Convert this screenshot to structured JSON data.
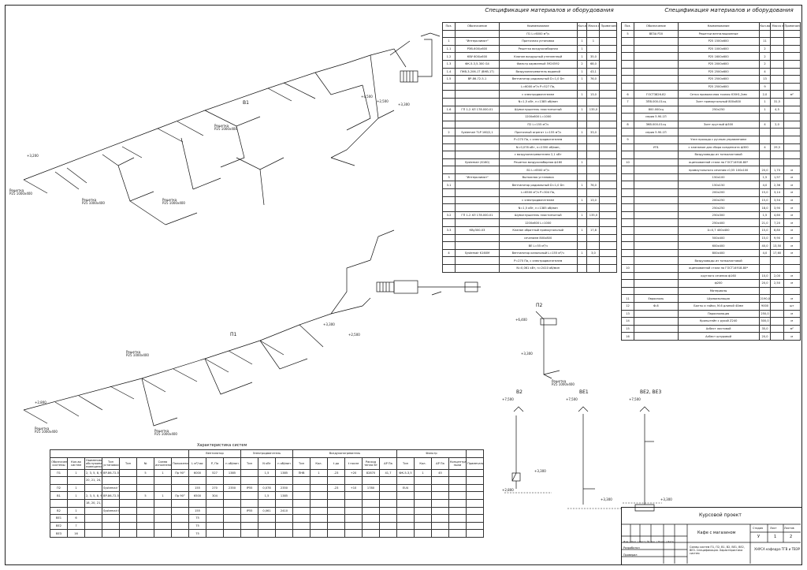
{
  "spec_title": "Спецификация материалов и оборудования",
  "spec_headers": [
    "Поз.",
    "Обозначение",
    "Наименование",
    "Кол-во",
    "Масса ед. кг.",
    "Примечание"
  ],
  "spec_left": [
    [
      "",
      "",
      "П1 L=6000 м³/ч",
      "",
      "",
      ""
    ],
    [
      "1",
      "\"Интерклимат\"",
      "Приточная установка",
      "1",
      "1",
      ""
    ],
    [
      "1.1",
      "РЭВ-600\\х600",
      "Решетка воздухозаборная",
      "1",
      "",
      ""
    ],
    [
      "1.2",
      "КВУ 600\\х600",
      "Клапан воздушный утепленный",
      "1",
      "35,0",
      ""
    ],
    [
      "1.3",
      "ФК-5-3,5-300 G4",
      "Фильтр карманный 592Х592",
      "2",
      "68,0",
      ""
    ],
    [
      "1.4",
      "ПНВ-3-206-1Т (ВНВ-1Т)",
      "Воздухонагреватель водяной",
      "1",
      "43,1",
      ""
    ],
    [
      "1.5",
      "ВР-86-72-5-1",
      "Вентилятор радиальный D=1,0 Dн",
      "1",
      "76,0",
      ""
    ],
    [
      "",
      "",
      "L=6000 м³/ч P=527 Па,",
      "",
      "",
      ""
    ],
    [
      "",
      "",
      "с электродвигателем",
      "1",
      "13,0",
      ""
    ],
    [
      "",
      "",
      "N=1,5 кВт, n=1385 об/мин",
      "",
      "",
      ""
    ],
    [
      "1.6",
      "ГП 1-2 ХЛ 178.000-01",
      "Шумоглушитель пластинчатый",
      "1",
      "135,0",
      ""
    ],
    [
      "",
      "",
      "1200х600 L=1000",
      "",
      "",
      ""
    ],
    [
      "",
      "",
      "П2 L=155 м³/ч",
      "",
      "",
      ""
    ],
    [
      "2",
      "Systemair TLP 160/2,1",
      "Приточный агрегат L=155 м³/ч",
      "1",
      "33,0",
      ""
    ],
    [
      "",
      "",
      "P=270 Па, с электродвигателем",
      "",
      "",
      ""
    ],
    [
      "",
      "",
      "N=0,078 кВт, n=2350 об/мин,",
      "",
      "",
      ""
    ],
    [
      "",
      "",
      "с воздухонагревателем 2,1 кВт",
      "",
      "",
      ""
    ],
    [
      "",
      "Systemair (K160)",
      "Решетка воздухозаборная ф160",
      "1",
      "",
      ""
    ],
    [
      "",
      "",
      "В1 L=6500 м³/ч",
      "",
      "",
      ""
    ],
    [
      "3",
      "\"Интерклимат\"",
      "Вытяжная установка",
      "",
      "",
      ""
    ],
    [
      "3.1",
      "",
      "Вентилятор радиальный D=1,0 Dн",
      "1",
      "76,0",
      ""
    ],
    [
      "",
      "",
      "L=6500 м³/ч P=304 Па,",
      "",
      "",
      ""
    ],
    [
      "",
      "",
      "с электродвигателем",
      "1",
      "13,0",
      ""
    ],
    [
      "",
      "",
      "N=1,5 кВт, n=1385 об/мин",
      "",
      "",
      ""
    ],
    [
      "3.2",
      "ГП 1-2 ХЛ 178.000-01",
      "Шумоглушитель пластинчатый",
      "1",
      "135,0",
      ""
    ],
    [
      "",
      "",
      "1200х600 L=1000",
      "",
      "",
      ""
    ],
    [
      "3.3",
      "КВу300-03",
      "Клапан обратный прямоугольный",
      "1",
      "17,8",
      ""
    ],
    [
      "",
      "",
      "сечением 800х800",
      "",
      "",
      ""
    ],
    [
      "",
      "",
      "ВЕ L=55 м³/ч",
      "",
      "",
      ""
    ],
    [
      "4",
      "Systemair K160M",
      "Вентилятор канальный L=155 м³/ч",
      "1",
      "3,0",
      ""
    ],
    [
      "",
      "",
      "P=270 Па, с электродвигателем",
      "",
      "",
      ""
    ],
    [
      "",
      "",
      "N=0,061 кВт, n=2410 об/мин",
      "",
      "",
      ""
    ]
  ],
  "spec_right": [
    [
      "5",
      "ВЕЗА Р20",
      "Решетки вентиляционные",
      "",
      "",
      ""
    ],
    [
      "",
      "",
      "Р25 1500х600",
      "11",
      "",
      ""
    ],
    [
      "",
      "",
      "Р25 1000х600",
      "2",
      "",
      ""
    ],
    [
      "",
      "",
      "Р25 1600х600",
      "2",
      "",
      ""
    ],
    [
      "",
      "",
      "Р25 2000х600",
      "2",
      "",
      ""
    ],
    [
      "",
      "",
      "Р25 2500х600",
      "4",
      "",
      ""
    ],
    [
      "",
      "",
      "Р25 2500х600",
      "13",
      "",
      ""
    ],
    [
      "",
      "",
      "Р25 2500х600",
      "9",
      "",
      ""
    ],
    [
      "6",
      "ГОСТ3826-82",
      "Сетка проволочная тканая Ю5Н1,2мм",
      "2,0",
      "",
      "м²"
    ],
    [
      "7",
      "ЗПВ.000-01сц",
      "Зонт прямоугольный 800х800",
      "1",
      "31,5",
      ""
    ],
    [
      "",
      "800.000сц",
      "250х250",
      "1",
      "4,5",
      ""
    ],
    [
      "",
      "серия 5.90-1П",
      "",
      "",
      "",
      ""
    ],
    [
      "8",
      "ЗКВ.000-01сц",
      "Зонт круглый ф300",
      "4",
      "2,0",
      ""
    ],
    [
      "",
      "серия 5.90-1П",
      "",
      "",
      "",
      ""
    ],
    [
      "9",
      "",
      "Узел прохода с ручным управлением",
      "",
      "",
      ""
    ],
    [
      "",
      "УП1",
      "с клапаном для сбора конденсата ф300",
      "4",
      "29,5",
      ""
    ],
    [
      "",
      "",
      "Воздуховоды из тонколистовой",
      "",
      "",
      ""
    ],
    [
      "10",
      "",
      "оцинкованной стали по ГОСТ14918-80*",
      "",
      "",
      ""
    ],
    [
      "",
      "",
      "прямоугольного сечения=0,55 100х100",
      "20,0",
      "1,70",
      "м"
    ],
    [
      "",
      "",
      "150х100",
      "1,5",
      "1,97",
      "м"
    ],
    [
      "",
      "",
      "150х150",
      "4,0",
      "2,36",
      "м"
    ],
    [
      "",
      "",
      "200х200",
      "15,0",
      "3,14",
      "м"
    ],
    [
      "",
      "",
      "200х250",
      "15,0",
      "3,54",
      "м"
    ],
    [
      "",
      "",
      "250х250",
      "18,0",
      "3,90",
      "м"
    ],
    [
      "",
      "",
      "250х300",
      "1,5",
      "4,60",
      "м"
    ],
    [
      "",
      "",
      "250х400",
      "21,0",
      "7,20",
      "м"
    ],
    [
      "",
      "",
      "δ=0,7 400х400",
      "15,0",
      "8,80",
      "м"
    ],
    [
      "",
      "",
      "500х400",
      "15,0",
      "9,90",
      "м"
    ],
    [
      "",
      "",
      "600х400",
      "40,0",
      "13,50",
      "м"
    ],
    [
      "",
      "",
      "800х400",
      "4,0",
      "17,60",
      "м"
    ],
    [
      "",
      "",
      "Воздуховоды из тонколистовой",
      "",
      "",
      ""
    ],
    [
      "10",
      "",
      "оцинкованной стали по ГОСТ14918-80*",
      "",
      "",
      ""
    ],
    [
      "",
      "",
      "круглого сечения ф160",
      "10,0",
      "2,00",
      "м"
    ],
    [
      "",
      "",
      "ф200",
      "20,0",
      "2,50",
      "м"
    ],
    [
      "",
      "",
      "Материалы",
      "",
      "",
      ""
    ],
    [
      "11",
      "Евроизоль",
      "Шумоизоляция",
      "2190,0",
      "",
      "м"
    ],
    [
      "12",
      "Ф-6",
      "Болты и гайки, M-6 длиной 40мм",
      "9000",
      "",
      "шт"
    ],
    [
      "13",
      "",
      "Пароизоляция",
      "250,0",
      "",
      "м"
    ],
    [
      "14",
      "",
      "Кронштейн с рукой Z240",
      "300,0",
      "",
      "м"
    ],
    [
      "15",
      "",
      "Асбест листовой",
      "35,0",
      "",
      "м²"
    ],
    [
      "16",
      "",
      "Асбест шнуровой",
      "20,0",
      "",
      "м"
    ]
  ],
  "char_title": "Характеристика систем",
  "char_groups": [
    "Вентилятор",
    "Электродвигатель",
    "Воздухонагреватель",
    "Фильтр"
  ],
  "char_headers": [
    "Обозначение системы",
    "Кол-во систем",
    "Наименование обслуживаемого помещения",
    "Тип установки",
    "Тип",
    "№",
    "Схема исполнения",
    "Положение",
    "L м³/час",
    "P, Па",
    "n об/мин",
    "Тип",
    "N кВт",
    "n об/мин",
    "Тип",
    "Кол.",
    "t до",
    "t после",
    "Расход тепла Вт",
    "ΔP Па",
    "Тип",
    "Кол.",
    "ΔP Па",
    "Концентрация пыли",
    "Примечание"
  ],
  "char_rows": [
    [
      "П1",
      "1",
      "2, 3, 5, 8, 9, 11, 12, 14, 16",
      "ВР-86-72-5-1",
      "",
      "5",
      "1",
      "Пр 90°",
      "6000",
      "527",
      "1385",
      "",
      "1,5",
      "1385",
      "ПНВ",
      "1",
      "-23",
      "+20",
      "82870",
      "41,7",
      "ФК-5-3,5",
      "1",
      "45",
      "",
      ""
    ],
    [
      "",
      "",
      "20, 21, 24, 28",
      "",
      "",
      "",
      "",
      "",
      "",
      "",
      "",
      "",
      "",
      "",
      "",
      "",
      "",
      "",
      "",
      "",
      "",
      "",
      "",
      "",
      ""
    ],
    [
      "П2",
      "1",
      "",
      "Systemair TLP 160/2,1",
      "",
      "",
      "",
      "",
      "155",
      "270",
      "2350",
      "IP55",
      "0,078",
      "2350",
      "",
      "",
      "-23",
      "+10",
      "1780",
      "",
      "EU4",
      "",
      "",
      "",
      ""
    ],
    [
      "В1",
      "1",
      "2, 3, 5, 8, 9, 10, 11, 12, 13",
      "ВР-86-72-5-1",
      "",
      "5",
      "1",
      "Пр 90°",
      "6500",
      "304",
      "",
      "",
      "1,5",
      "1385",
      "",
      "",
      "",
      "",
      "",
      "",
      "",
      "",
      "",
      "",
      ""
    ],
    [
      "",
      "",
      "18, 20, 21, 23, 24, 25, 28",
      "",
      "",
      "",
      "",
      "",
      "",
      "",
      "",
      "",
      "",
      "",
      "",
      "",
      "",
      "",
      "",
      "",
      "",
      "",
      "",
      "",
      ""
    ],
    [
      "В2",
      "1",
      "",
      "Systemair K160M",
      "",
      "",
      "",
      "",
      "155",
      "",
      "",
      "IP55",
      "0,061",
      "2410",
      "",
      "",
      "",
      "",
      "",
      "",
      "",
      "",
      "",
      "",
      ""
    ],
    [
      "ВЕ1",
      "6",
      "",
      "",
      "",
      "",
      "",
      "",
      "75",
      "",
      "",
      "",
      "",
      "",
      "",
      "",
      "",
      "",
      "",
      "",
      "",
      "",
      "",
      "",
      ""
    ],
    [
      "ВЕ2",
      "7",
      "",
      "",
      "",
      "",
      "",
      "",
      "75",
      "",
      "",
      "",
      "",
      "",
      "",
      "",
      "",
      "",
      "",
      "",
      "",
      "",
      "",
      "",
      ""
    ],
    [
      "ВЕ3",
      "16",
      "",
      "",
      "",
      "",
      "",
      "",
      "75",
      "",
      "",
      "",
      "",
      "",
      "",
      "",
      "",
      "",
      "",
      "",
      "",
      "",
      "",
      "",
      ""
    ]
  ],
  "system_labels": {
    "v1": "В1",
    "p1": "П1",
    "p2": "П2",
    "v2": "В2",
    "ve1": "ВЕ1",
    "ve2": "ВЕ2, ВЕ3"
  },
  "elevations": {
    "e1": "+3,200",
    "e2": "+2,500",
    "e3": "+4,500",
    "e4": "+3,300",
    "e5": "+2,800",
    "e6": "+6,400",
    "e7": "+3,300",
    "e8": "+7,500",
    "e9": "+7,500",
    "e10": "+7,500",
    "e11": "+3,300",
    "e12": "+3,300",
    "e13": "+3,300",
    "e14": "+2,800",
    "e15": "+3,300",
    "e16": "+2,500"
  },
  "grille_label": "Решетка",
  "grille_size": "Р25 1000х400",
  "stamp": {
    "title": "Курсовой проект",
    "subject": "Кафе с магазином",
    "desc": "Схемы систем П1, П2, В1, В2, ВЕ1, ВЕ2, ВЕ3. Спецификация. Характеристика систем",
    "stage_h": "Стадия",
    "sheet_h": "Лист",
    "sheets_h": "Листов",
    "stage": "У",
    "sheet": "1",
    "sheets": "2",
    "org": "ХНУСА кафедра ТГВ и ТВЭР",
    "row_labels": [
      "Изм.",
      "Кол.",
      "Лист",
      "№ док.",
      "Подп.",
      "Дата"
    ],
    "developed": "Разработал",
    "checked": "Проверил"
  }
}
